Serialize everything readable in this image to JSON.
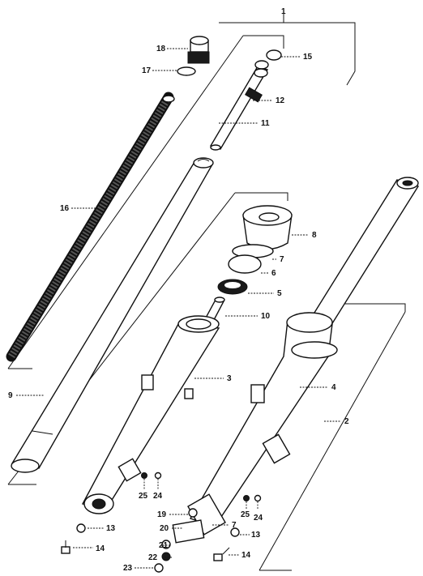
{
  "diagram": {
    "callouts": [
      {
        "id": "c1",
        "text": "1"
      },
      {
        "id": "c2",
        "text": "2"
      },
      {
        "id": "c3",
        "text": "3"
      },
      {
        "id": "c4",
        "text": "4"
      },
      {
        "id": "c5",
        "text": "5"
      },
      {
        "id": "c6",
        "text": "6"
      },
      {
        "id": "c7a",
        "text": "7"
      },
      {
        "id": "c7b",
        "text": "7"
      },
      {
        "id": "c8",
        "text": "8"
      },
      {
        "id": "c9",
        "text": "9"
      },
      {
        "id": "c10",
        "text": "10"
      },
      {
        "id": "c11",
        "text": "11"
      },
      {
        "id": "c12",
        "text": "12"
      },
      {
        "id": "c13a",
        "text": "13"
      },
      {
        "id": "c13b",
        "text": "13"
      },
      {
        "id": "c14a",
        "text": "14"
      },
      {
        "id": "c14b",
        "text": "14"
      },
      {
        "id": "c15",
        "text": "15"
      },
      {
        "id": "c16",
        "text": "16"
      },
      {
        "id": "c17",
        "text": "17"
      },
      {
        "id": "c18",
        "text": "18"
      },
      {
        "id": "c19",
        "text": "19"
      },
      {
        "id": "c20",
        "text": "20"
      },
      {
        "id": "c21",
        "text": "21"
      },
      {
        "id": "c22",
        "text": "22"
      },
      {
        "id": "c23",
        "text": "23"
      },
      {
        "id": "c24a",
        "text": "24"
      },
      {
        "id": "c24b",
        "text": "24"
      },
      {
        "id": "c25a",
        "text": "25"
      },
      {
        "id": "c25b",
        "text": "25"
      }
    ]
  }
}
